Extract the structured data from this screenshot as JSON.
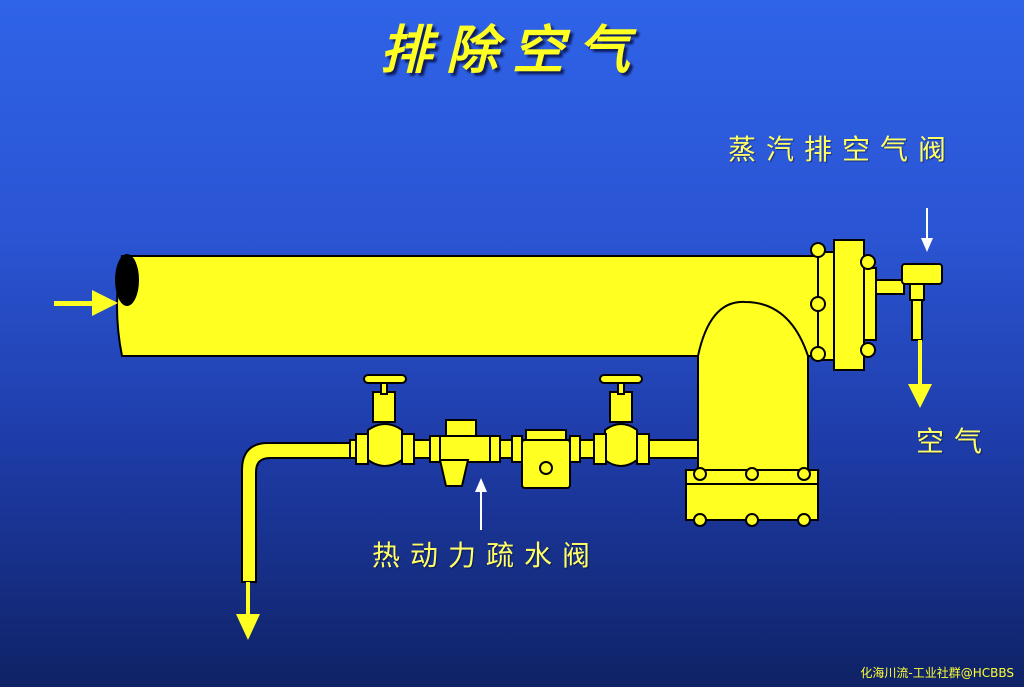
{
  "title": "排除空气",
  "labels": {
    "vent_valve": "蒸汽排空气阀",
    "air": "空气",
    "trap": "热动力疏水阀"
  },
  "watermark": "化海川流-工业社群@HCBBS",
  "colors": {
    "pipe": "#ffff22",
    "outline": "#000000",
    "arrow_in": "#ffff22",
    "arrow_white": "#ffffff"
  }
}
